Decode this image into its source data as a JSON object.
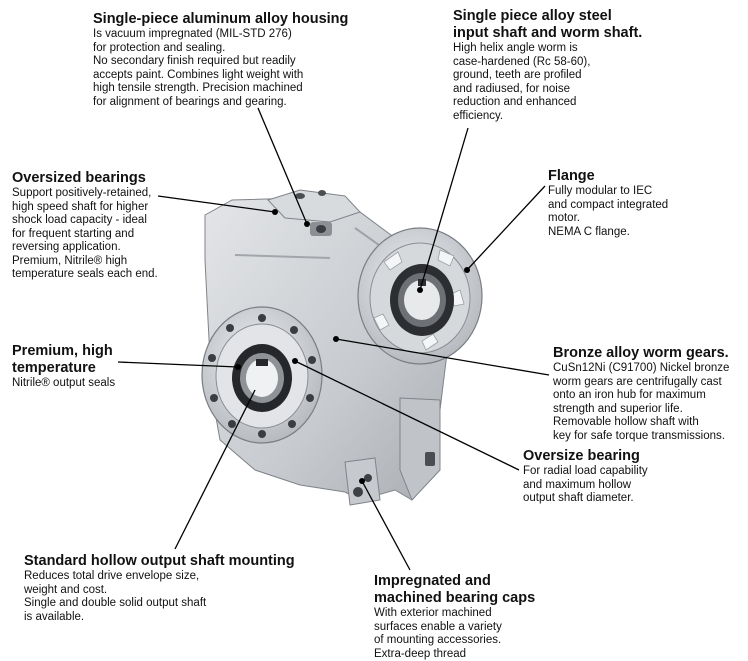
{
  "callouts": [
    {
      "id": "housing",
      "title": [
        "Single-piece aluminum alloy housing"
      ],
      "desc": [
        "Is vacuum impregnated (MIL-STD 276)",
        "for protection and sealing.",
        "No secondary finish required but readily",
        "accepts paint. Combines light weight with",
        "high tensile strength. Precision machined",
        "for alignment of bearings and gearing."
      ]
    },
    {
      "id": "steel-shaft",
      "title": [
        "Single piece alloy steel",
        "input shaft and worm shaft."
      ],
      "desc": [
        "High helix angle worm is",
        "case-hardened (Rc 58-60),",
        "ground, teeth are profiled",
        "and radiused, for noise",
        "reduction and enhanced",
        "efficiency."
      ]
    },
    {
      "id": "oversized-bearings",
      "title": [
        "Oversized bearings"
      ],
      "desc": [
        "Support positively-retained,",
        "high speed shaft for higher",
        "shock load capacity - ideal",
        "for frequent starting and",
        "reversing application.",
        "Premium, Nitrile® high",
        "temperature seals each end."
      ]
    },
    {
      "id": "flange",
      "title": [
        "Flange"
      ],
      "desc": [
        "Fully modular to IEC",
        "and compact integrated",
        "motor.",
        "NEMA C flange."
      ]
    },
    {
      "id": "premium-temp",
      "title": [
        "Premium, high",
        "temperature"
      ],
      "desc": [
        "Nitrile® output seals"
      ]
    },
    {
      "id": "bronze-gears",
      "title": [
        "Bronze alloy worm gears."
      ],
      "desc": [
        "CuSn12Ni (C91700) Nickel bronze",
        "worm gears are centrifugally cast",
        "onto an iron hub for maximum",
        "strength and superior life.",
        "Removable hollow shaft with",
        "key for safe torque transmissions."
      ]
    },
    {
      "id": "oversize-bearing",
      "title": [
        "Oversize bearing"
      ],
      "desc": [
        "For radial load capability",
        "and maximum hollow",
        "output shaft diameter."
      ]
    },
    {
      "id": "hollow-shaft",
      "title": [
        "Standard hollow output shaft mounting"
      ],
      "desc": [
        "Reduces total drive envelope size,",
        "weight and cost.",
        "Single and double solid output shaft",
        "is available."
      ]
    },
    {
      "id": "bearing-caps",
      "title": [
        "Impregnated and",
        "machined bearing caps"
      ],
      "desc": [
        "With exterior machined",
        "surfaces enable a variety",
        "of mounting accessories.",
        "Extra-deep thread"
      ]
    }
  ]
}
